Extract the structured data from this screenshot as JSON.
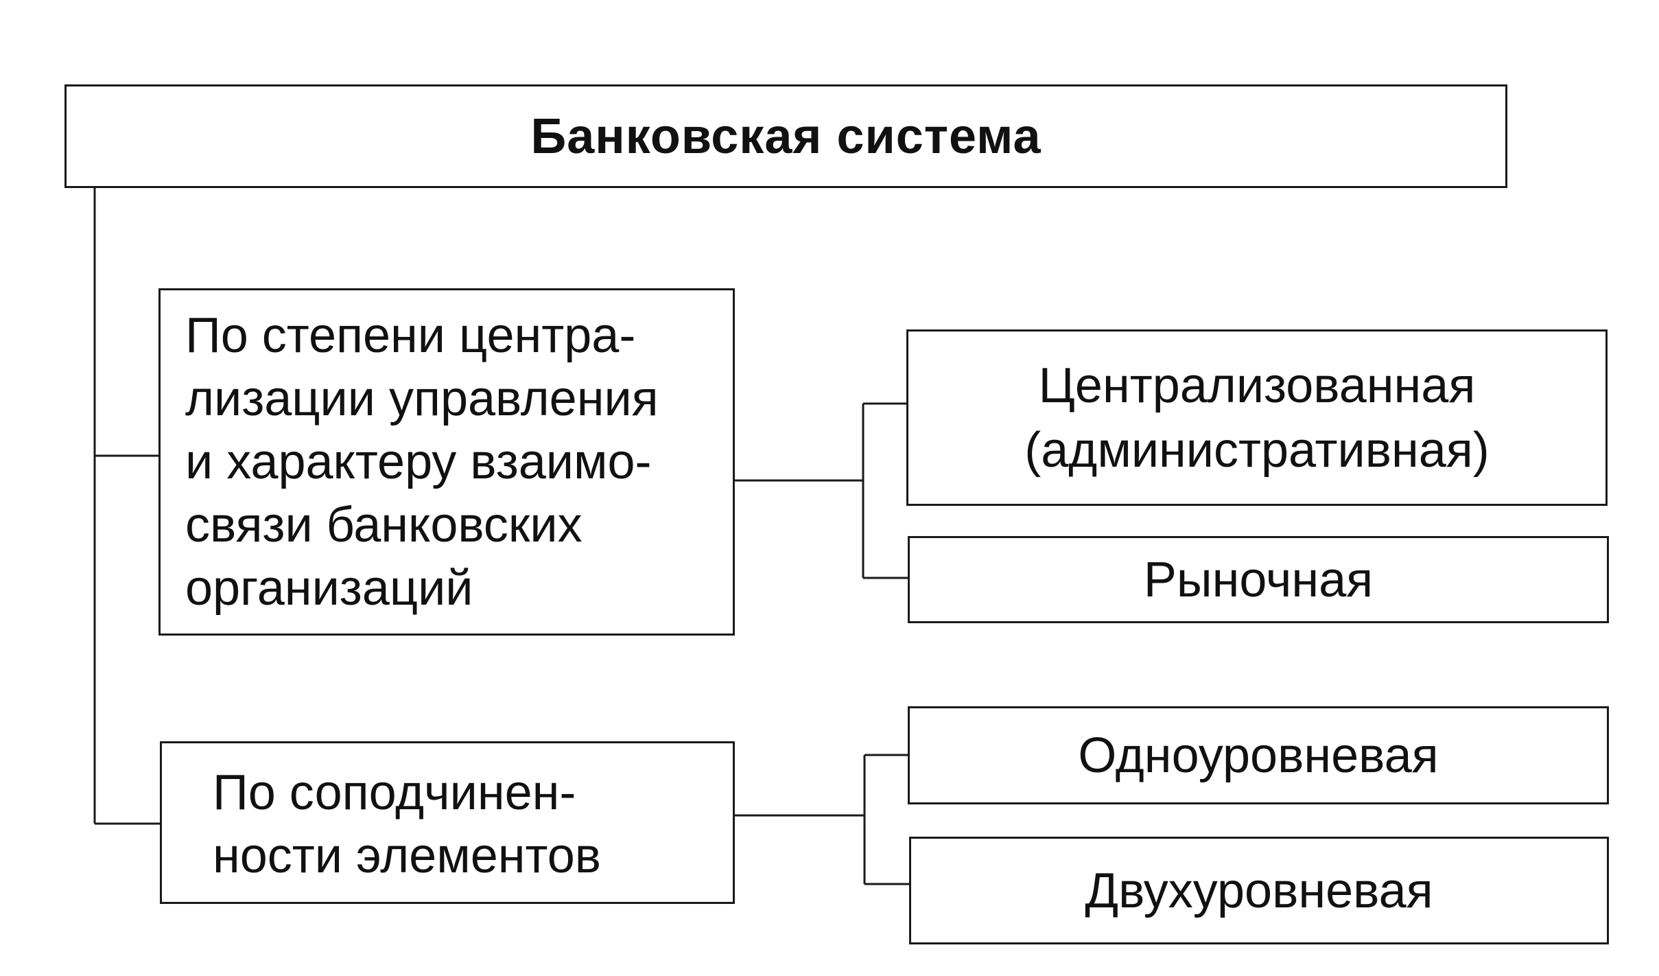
{
  "title": "Банковская система",
  "criteria": [
    {
      "lines": [
        "По степени центра-",
        "лизации управления",
        "и характеру взаимо-",
        "связи банковских",
        "организаций"
      ],
      "options": [
        {
          "lines": [
            "Централизованная",
            "(административная)"
          ]
        },
        {
          "lines": [
            "Рыночная"
          ]
        }
      ]
    },
    {
      "lines": [
        "По соподчинен-",
        "ности элементов"
      ],
      "options": [
        {
          "lines": [
            "Одноуровневая"
          ]
        },
        {
          "lines": [
            "Двухуровневая"
          ]
        }
      ]
    }
  ]
}
